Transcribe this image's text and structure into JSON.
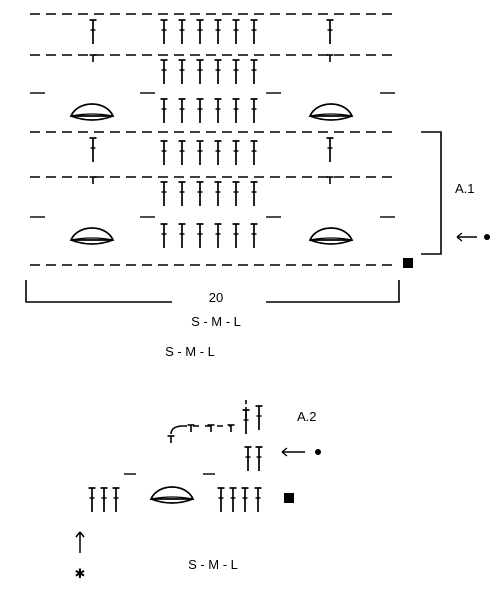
{
  "chart1": {
    "repeat_label": "A.1",
    "stitch_count": "20",
    "sizes_line1": "S - M - L",
    "sizes_line2": "S - M - L"
  },
  "chart2": {
    "repeat_label": "A.2",
    "sizes_line": "S - M - L"
  },
  "icons": [
    "treble-stitch-icon",
    "chain-space-icon",
    "puff-bobble-icon",
    "start-square-icon",
    "row-direction-arrow-icon",
    "start-star-icon"
  ],
  "colors": {
    "ink": "#000000",
    "background": "#ffffff"
  }
}
